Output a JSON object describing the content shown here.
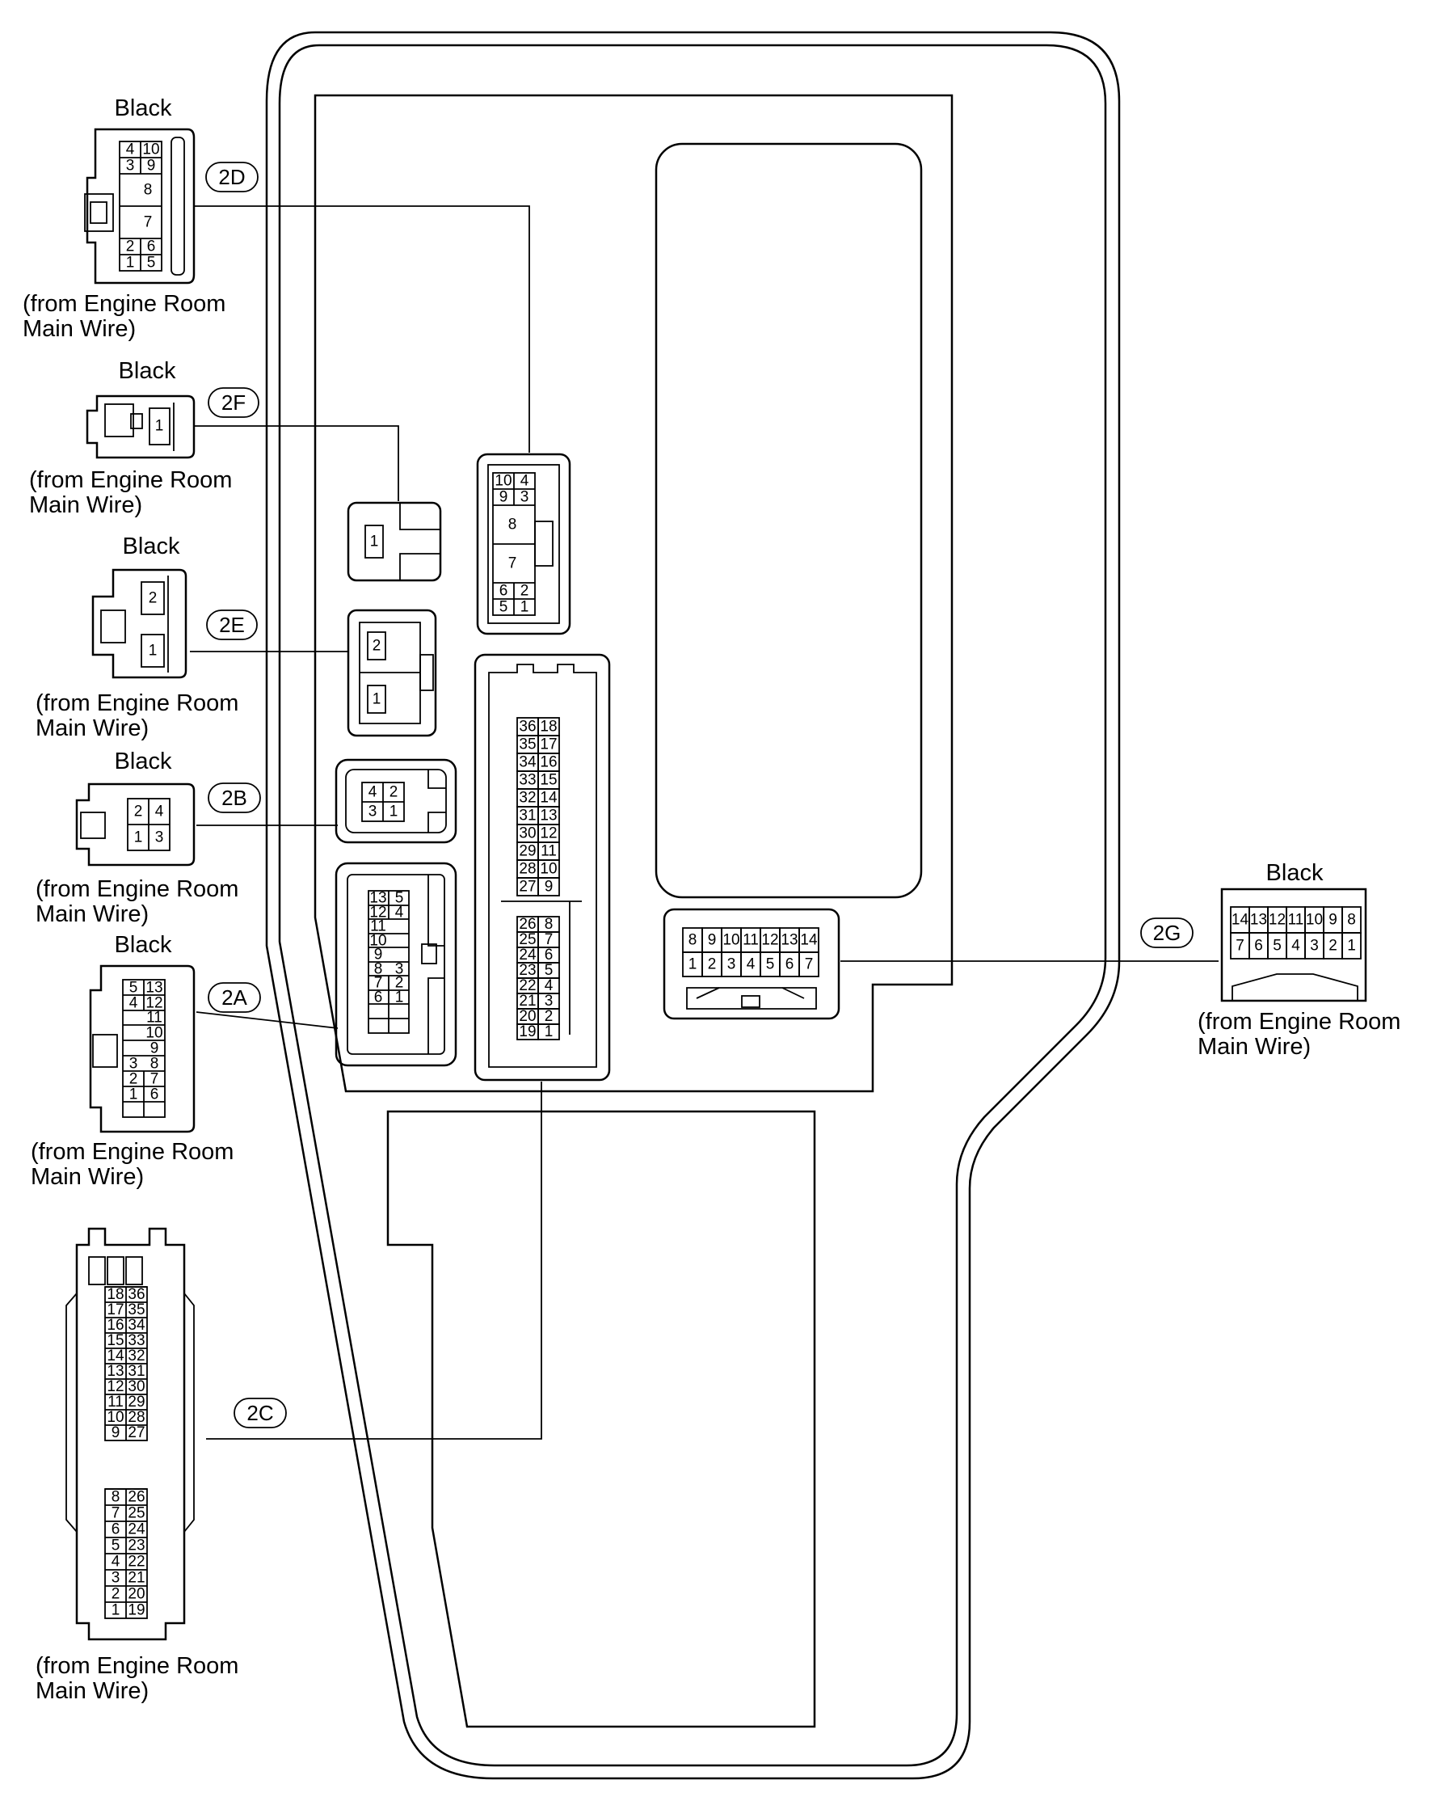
{
  "connector_color": "Black",
  "source_note": [
    "(from Engine Room",
    "Main Wire)"
  ],
  "connectors": {
    "2D": {
      "id": "2D",
      "pins": [
        "4",
        "10",
        "3",
        "9",
        "8",
        "7",
        "2",
        "6",
        "1",
        "5"
      ]
    },
    "2F": {
      "id": "2F",
      "pins": [
        "1"
      ]
    },
    "2E": {
      "id": "2E",
      "pins": [
        "2",
        "1"
      ]
    },
    "2B": {
      "id": "2B",
      "pins": [
        "2",
        "4",
        "1",
        "3"
      ]
    },
    "2A": {
      "id": "2A",
      "pins": [
        "5",
        "13",
        "4",
        "12",
        "11",
        "10",
        "9",
        "3",
        "8",
        "2",
        "7",
        "1",
        "6"
      ]
    },
    "2C": {
      "id": "2C",
      "pins": [
        "18",
        "36",
        "17",
        "35",
        "16",
        "34",
        "15",
        "33",
        "14",
        "32",
        "13",
        "31",
        "12",
        "30",
        "11",
        "29",
        "10",
        "28",
        "9",
        "27",
        "8",
        "26",
        "7",
        "25",
        "6",
        "24",
        "5",
        "23",
        "4",
        "22",
        "3",
        "21",
        "2",
        "20",
        "1",
        "19"
      ]
    },
    "2G": {
      "id": "2G",
      "pins": [
        "14",
        "13",
        "12",
        "11",
        "10",
        "9",
        "8",
        "7",
        "6",
        "5",
        "4",
        "3",
        "2",
        "1"
      ]
    }
  },
  "block_sockets": {
    "2D": {
      "pins": [
        "10",
        "4",
        "9",
        "3",
        "8",
        "7",
        "6",
        "2",
        "5",
        "1"
      ]
    },
    "2F": {
      "pins": [
        "1"
      ]
    },
    "2E": {
      "pins": [
        "2",
        "1"
      ]
    },
    "2B": {
      "pins": [
        "4",
        "2",
        "3",
        "1"
      ]
    },
    "2A": {
      "pins": [
        "13",
        "5",
        "12",
        "4",
        "11",
        "10",
        "9",
        "8",
        "3",
        "7",
        "2",
        "6",
        "1"
      ]
    },
    "2C": {
      "pins": [
        "36",
        "18",
        "35",
        "17",
        "34",
        "16",
        "33",
        "15",
        "32",
        "14",
        "31",
        "13",
        "30",
        "12",
        "29",
        "11",
        "28",
        "10",
        "27",
        "9",
        "26",
        "8",
        "25",
        "7",
        "24",
        "6",
        "23",
        "5",
        "22",
        "4",
        "21",
        "3",
        "20",
        "2",
        "19",
        "1"
      ]
    },
    "2G": {
      "pins": [
        "8",
        "9",
        "10",
        "11",
        "12",
        "13",
        "14",
        "1",
        "2",
        "3",
        "4",
        "5",
        "6",
        "7"
      ]
    }
  }
}
